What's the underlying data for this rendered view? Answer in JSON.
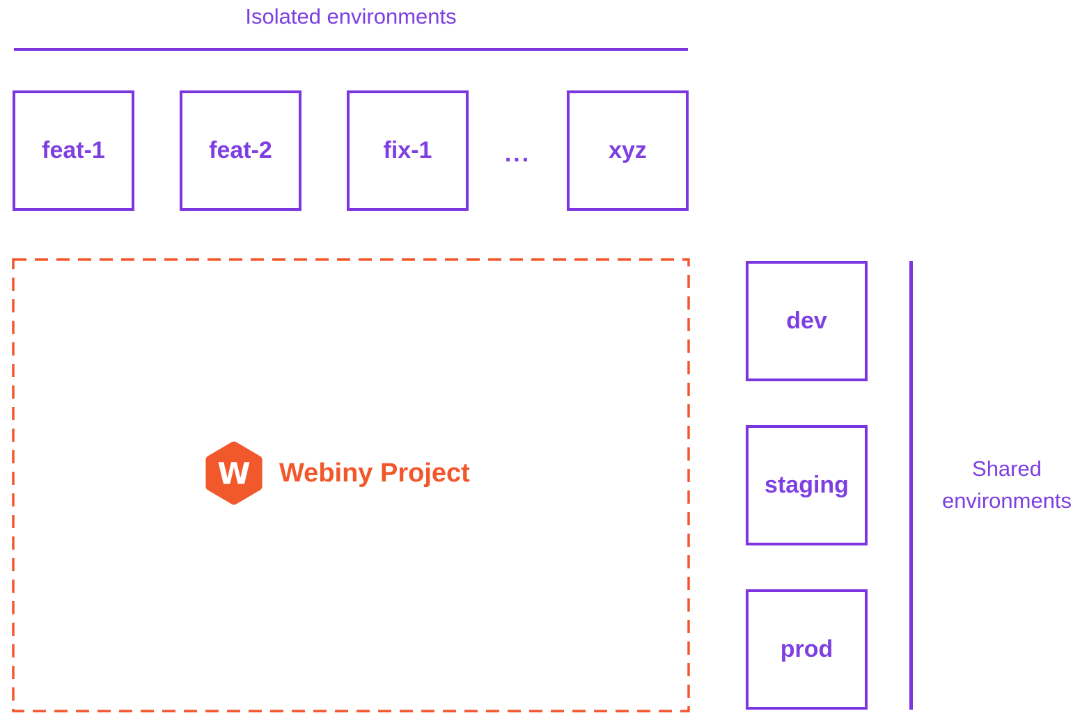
{
  "colors": {
    "purple": "#7b36e0",
    "purple-text": "#7e3fe2",
    "orange": "#f1582c",
    "orange-dash": "#f4562b",
    "orange-text": "#f2572b"
  },
  "isolated": {
    "title": "Isolated environments",
    "boxes": [
      "feat-1",
      "feat-2",
      "fix-1",
      "xyz"
    ],
    "ellipsis": "..."
  },
  "project": {
    "name": "Webiny Project",
    "logo_letter": "W"
  },
  "shared": {
    "title": "Shared environments",
    "boxes": [
      "dev",
      "staging",
      "prod"
    ]
  }
}
